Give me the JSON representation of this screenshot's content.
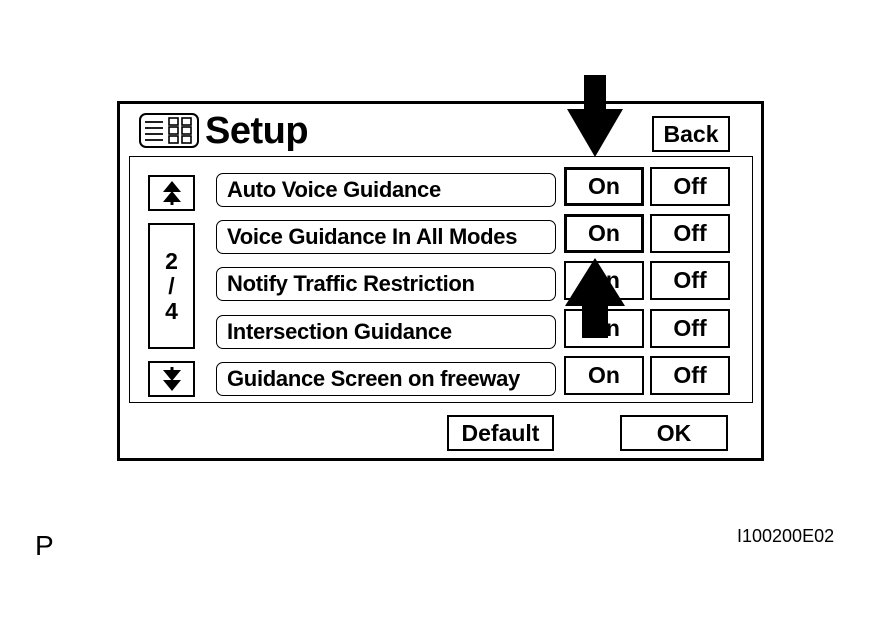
{
  "header": {
    "title": "Setup",
    "back_label": "Back",
    "menu_icon": "menu-list-icon"
  },
  "pager": {
    "current": "2",
    "separator": "/",
    "total": "4",
    "up_icon": "double-up-arrow-icon",
    "down_icon": "double-down-arrow-icon"
  },
  "items": [
    {
      "label": "Auto Voice Guidance",
      "on": "On",
      "off": "Off",
      "selected": "On"
    },
    {
      "label": "Voice Guidance In All Modes",
      "on": "On",
      "off": "Off",
      "selected": "On"
    },
    {
      "label": "Notify Traffic Restriction",
      "on": "On",
      "off": "Off"
    },
    {
      "label": "Intersection Guidance",
      "on": "On",
      "off": "Off"
    },
    {
      "label": "Guidance Screen on freeway",
      "on": "On",
      "off": "Off"
    }
  ],
  "footer": {
    "default_label": "Default",
    "ok_label": "OK"
  },
  "annotations": {
    "page_letter": "P",
    "figure_id": "I100200E02",
    "down_arrow_icon": "callout-down-arrow-icon",
    "up_arrow_icon": "callout-up-arrow-icon"
  }
}
